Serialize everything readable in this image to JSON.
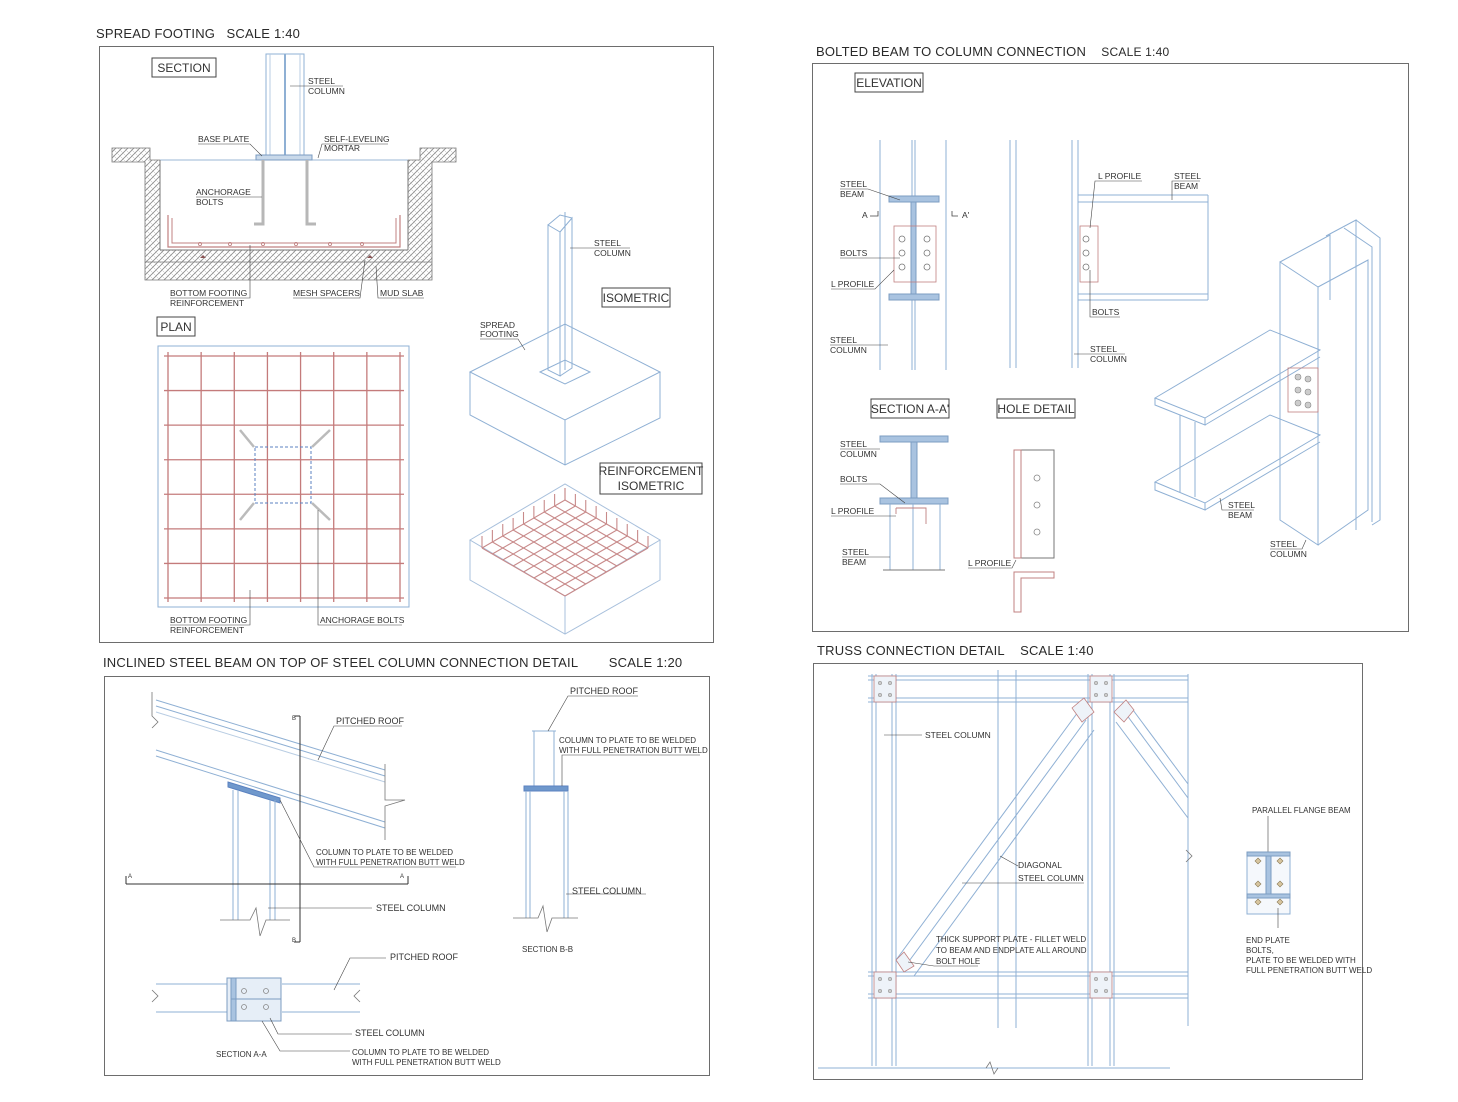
{
  "sheet": {
    "spread_footing": {
      "title": "SPREAD FOOTING",
      "scale": "SCALE 1:40",
      "views": {
        "section": "SECTION",
        "plan": "PLAN",
        "isometric": "ISOMETRIC",
        "reinforcement_isometric_1": "REINFORCEMENT",
        "reinforcement_isometric_2": "ISOMETRIC"
      },
      "labels": {
        "steel_column_1": "STEEL",
        "steel_column_2": "COLUMN",
        "base_plate": "BASE PLATE",
        "self_leveling_1": "SELF-LEVELING",
        "self_leveling_2": "MORTAR",
        "anchorage_bolts_1": "ANCHORAGE",
        "anchorage_bolts_2": "BOLTS",
        "bottom_reinf_1": "BOTTOM FOOTING",
        "bottom_reinf_2": "REINFORCEMENT",
        "mesh_spacers": "MESH SPACERS",
        "mud_slab": "MUD SLAB",
        "iso_steel_column_1": "STEEL",
        "iso_steel_column_2": "COLUMN",
        "spread_footing_1": "SPREAD",
        "spread_footing_2": "FOOTING",
        "plan_bottom_reinf_1": "BOTTOM FOOTING",
        "plan_bottom_reinf_2": "REINFORCEMENT",
        "plan_anchorage_bolts": "ANCHORAGE BOLTS"
      }
    },
    "bolted_beam": {
      "title": "BOLTED BEAM TO COLUMN CONNECTION",
      "scale": "SCALE 1:40",
      "views": {
        "elevation": "ELEVATION",
        "section_aa": "SECTION A-A'",
        "hole_detail": "HOLE DETAIL"
      },
      "labels": {
        "steel_beam_1": "STEEL",
        "steel_beam_2": "BEAM",
        "a": "A",
        "a_prime": "A'",
        "bolts": "BOLTS",
        "l_profile": "L PROFILE",
        "steel_column_1": "STEEL",
        "steel_column_2": "COLUMN",
        "side_l_profile": "L PROFILE",
        "side_steel_beam_1": "STEEL",
        "side_steel_beam_2": "BEAM",
        "side_bolts": "BOLTS",
        "side_steel_column_1": "STEEL",
        "side_steel_column_2": "COLUMN",
        "sec_steel_column_1": "STEEL",
        "sec_steel_column_2": "COLUMN",
        "sec_bolts": "BOLTS",
        "sec_l_profile": "L PROFILE",
        "sec_steel_beam_1": "STEEL",
        "sec_steel_beam_2": "BEAM",
        "hole_l_profile": "L PROFILE",
        "iso_steel_beam_1": "STEEL",
        "iso_steel_beam_2": "BEAM",
        "iso_steel_column_1": "STEEL",
        "iso_steel_column_2": "COLUMN"
      }
    },
    "inclined_beam": {
      "title": "INCLINED STEEL BEAM ON TOP OF  STEEL COLUMN CONNECTION DETAIL",
      "scale": "SCALE 1:20",
      "labels": {
        "pitched_roof": "PITCHED ROOF",
        "weld_1": "COLUMN TO PLATE TO BE WELDED",
        "weld_2": "WITH FULL PENETRATION BUTT WELD",
        "steel_column": "STEEL COLUMN",
        "right_pitched_roof": "PITCHED ROOF",
        "right_weld_1": "COLUMN TO PLATE TO BE WELDED",
        "right_weld_2": "WITH FULL PENETRATION BUTT WELD",
        "right_steel_column": "STEEL COLUMN",
        "section_bb": "SECTION B-B",
        "bottom_pitched_roof": "PITCHED ROOF",
        "bottom_steel_column": "STEEL COLUMN",
        "bottom_weld_1": "COLUMN TO PLATE TO BE WELDED",
        "bottom_weld_2": "WITH FULL PENETRATION BUTT WELD",
        "section_aa": "SECTION A-A",
        "marker_a": "A",
        "marker_b": "B"
      }
    },
    "truss": {
      "title": "TRUSS CONNECTION DETAIL",
      "scale": "SCALE 1:40",
      "labels": {
        "steel_column": "STEEL COLUMN",
        "diagonal_1": "DIAGONAL",
        "diagonal_2": "STEEL COLUMN",
        "support_1": "THICK SUPPORT PLATE - FILLET WELD",
        "support_2": "TO BEAM AND ENDPLATE ALL AROUND",
        "support_3": "BOLT HOLE",
        "parallel_flange": "PARALLEL FLANGE BEAM",
        "end_1": "END PLATE",
        "end_2": "BOLTS,",
        "end_3": "PLATE TO BE WELDED WITH",
        "end_4": "FULL PENETRATION BUTT WELD"
      }
    }
  }
}
